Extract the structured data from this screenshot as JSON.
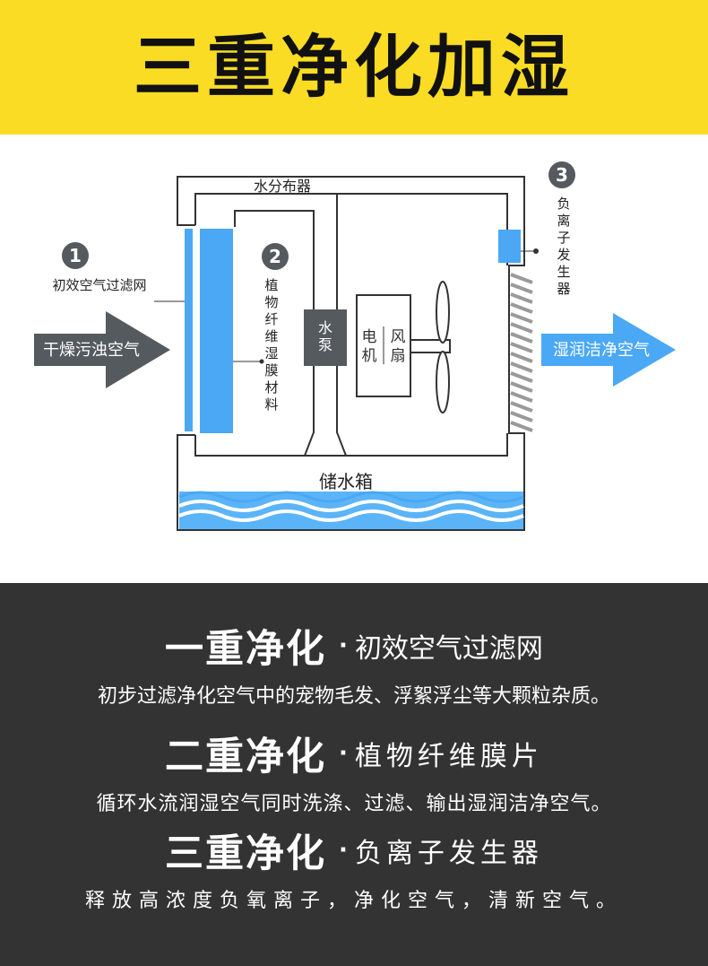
{
  "header": {
    "title": "三重净化加湿"
  },
  "diagram": {
    "labels": {
      "water_distributor": "水分布器",
      "badge1": "1",
      "badge2": "2",
      "badge3": "3",
      "primary_filter": "初效空气过滤网",
      "fiber_material": [
        "植",
        "物",
        "纤",
        "维",
        "湿",
        "膜",
        "材",
        "料"
      ],
      "anion_generator": [
        "负",
        "离",
        "子",
        "发",
        "生",
        "器"
      ],
      "water_pump": [
        "水",
        "泵"
      ],
      "motor": [
        "电",
        "机"
      ],
      "fan": [
        "风",
        "扇"
      ],
      "water_tank": "储水箱",
      "dry_air": "干燥污浊空气",
      "clean_air": "湿润洁净空气"
    },
    "colors": {
      "blue": "#4aa8f5",
      "dark_gray": "#555a5f",
      "line": "#333333",
      "water": "#5ab4f7"
    }
  },
  "stages": [
    {
      "title": "一重净化",
      "dot": "·",
      "name": "初效空气过滤网",
      "desc": "初步过滤净化空气中的宠物毛发、浮絮浮尘等大颗粒杂质。"
    },
    {
      "title": "二重净化",
      "dot": "·",
      "name": "植物纤维膜片",
      "desc": "循环水流润湿空气同时洗涤、过滤、输出湿润洁净空气。"
    },
    {
      "title": "三重净化",
      "dot": "·",
      "name": "负离子发生器",
      "desc": "释放高浓度负氧离子，净化空气，清新空气。"
    }
  ]
}
